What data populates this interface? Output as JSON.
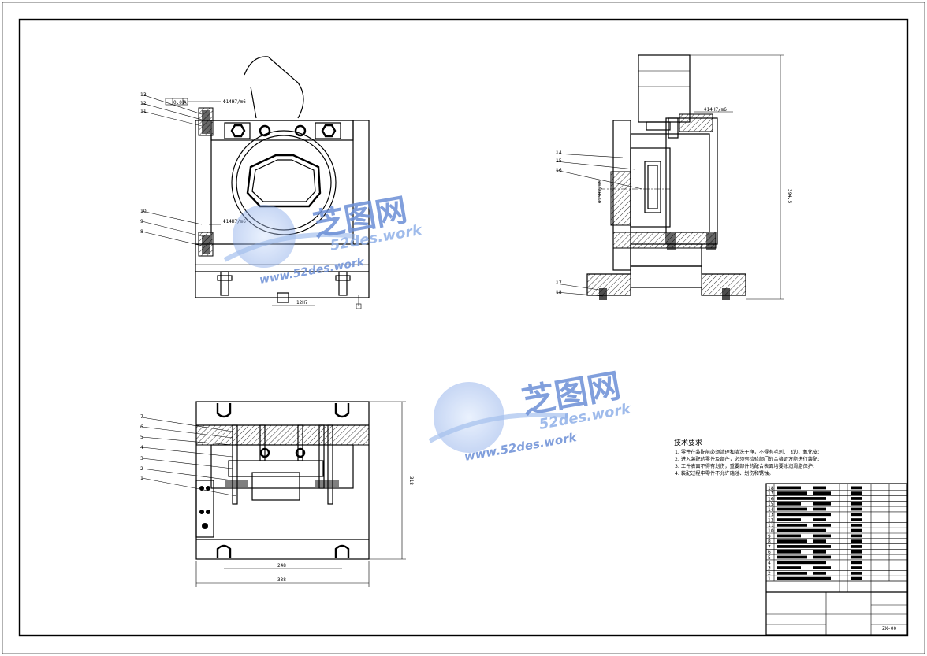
{
  "watermark": {
    "brand": "芝图网",
    "url": "52des.work",
    "url2": "www.52des.work"
  },
  "front_view": {
    "tolerance_top": "Φ14H7/m6",
    "tolerance_mid": "Φ14H7/m6",
    "geo_tol": "0.01",
    "datum": "A",
    "dim_bottom": "12H7",
    "part_labels": [
      "13",
      "12",
      "11",
      "10",
      "9",
      "8"
    ]
  },
  "side_view": {
    "tolerance": "Φ14H7/m6",
    "bore_dim": "Φ25H7/m6",
    "height_dim": "394.5",
    "part_labels": [
      "14",
      "15",
      "16",
      "17",
      "18"
    ]
  },
  "top_view": {
    "width_dim": "338",
    "slot_dim": "248",
    "depth_dim": "318",
    "part_labels": [
      "7",
      "6",
      "5",
      "4",
      "3",
      "2",
      "1"
    ]
  },
  "tech_requirements": {
    "title": "技术要求",
    "items": [
      "1. 零件在装配前必须清理和清洗干净，不得有毛刺、飞边、氧化皮;",
      "2. 进入装配的零件及部件，必须有检验部门的合格证方能进行装配;",
      "3. 工件表面不得有划伤，重要部件的配合表面均要涂润滑脂保护;",
      "4. 装配过程中零件不允许磕碰、划伤和锈蚀。"
    ]
  },
  "title_block": {
    "drawing_no": "ZX-00",
    "rows": [
      "18",
      "17",
      "16",
      "15",
      "14",
      "13",
      "12",
      "11",
      "10",
      "9",
      "8",
      "7",
      "6",
      "5",
      "4",
      "3",
      "2",
      "1"
    ]
  }
}
